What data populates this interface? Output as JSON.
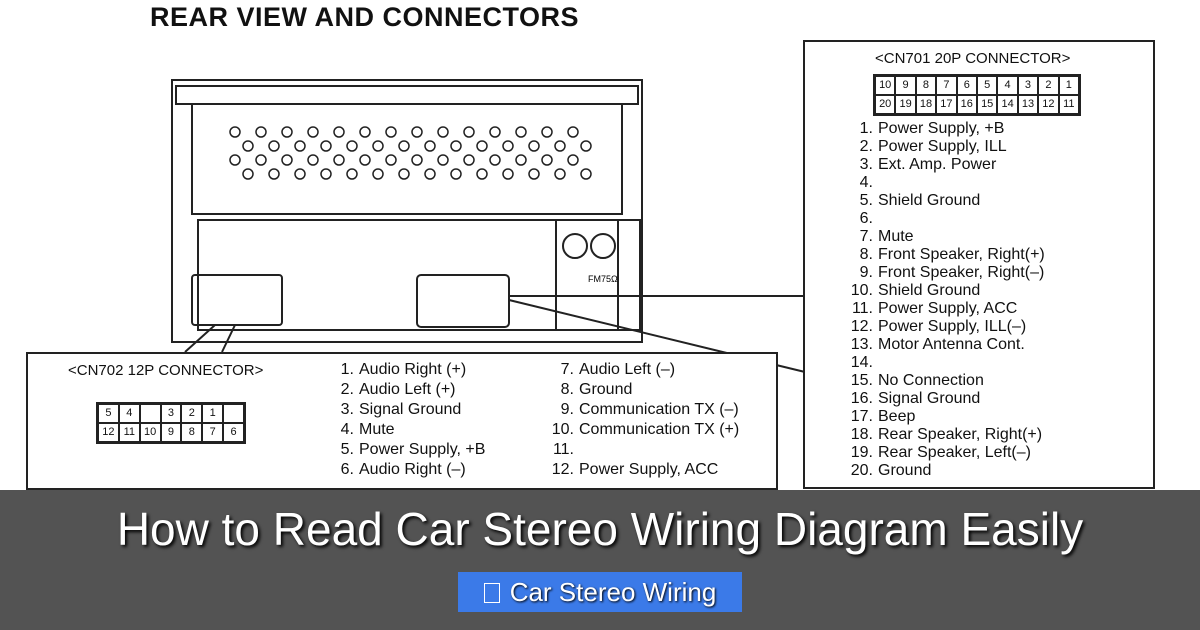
{
  "diagram": {
    "heading": "REAR VIEW AND CONNECTORS",
    "unit_label": "FM75Ω",
    "cn701": {
      "title": "<CN701 20P CONNECTOR>",
      "pins_top": [
        "10",
        "9",
        "8",
        "7",
        "6",
        "5",
        "4",
        "3",
        "2",
        "1"
      ],
      "pins_bottom": [
        "20",
        "19",
        "18",
        "17",
        "16",
        "15",
        "14",
        "13",
        "12",
        "11"
      ],
      "items": [
        {
          "n": "1.",
          "label": "Power Supply, +B"
        },
        {
          "n": "2.",
          "label": "Power Supply, ILL"
        },
        {
          "n": "3.",
          "label": "Ext. Amp. Power"
        },
        {
          "n": "4.",
          "label": ""
        },
        {
          "n": "5.",
          "label": "Shield Ground"
        },
        {
          "n": "6.",
          "label": ""
        },
        {
          "n": "7.",
          "label": "Mute"
        },
        {
          "n": "8.",
          "label": "Front Speaker, Right(+)"
        },
        {
          "n": "9.",
          "label": "Front Speaker, Right(–)"
        },
        {
          "n": "10.",
          "label": "Shield Ground"
        },
        {
          "n": "11.",
          "label": "Power Supply, ACC"
        },
        {
          "n": "12.",
          "label": "Power Supply, ILL(–)"
        },
        {
          "n": "13.",
          "label": "Motor Antenna Cont."
        },
        {
          "n": "14.",
          "label": ""
        },
        {
          "n": "15.",
          "label": "No Connection"
        },
        {
          "n": "16.",
          "label": "Signal Ground"
        },
        {
          "n": "17.",
          "label": "Beep"
        },
        {
          "n": "18.",
          "label": "Rear Speaker, Right(+)"
        },
        {
          "n": "19.",
          "label": "Rear Speaker, Left(–)"
        },
        {
          "n": "20.",
          "label": "Ground"
        }
      ]
    },
    "cn702": {
      "title": "<CN702 12P CONNECTOR>",
      "pins_top": [
        "5",
        "4",
        "",
        "3",
        "2",
        "1"
      ],
      "pins_bottom": [
        "12",
        "11",
        "10",
        "9",
        "8",
        "7",
        "6"
      ],
      "col1": [
        {
          "n": "1.",
          "label": "Audio Right (+)"
        },
        {
          "n": "2.",
          "label": "Audio Left (+)"
        },
        {
          "n": "3.",
          "label": "Signal Ground"
        },
        {
          "n": "4.",
          "label": "Mute"
        },
        {
          "n": "5.",
          "label": "Power Supply, +B"
        },
        {
          "n": "6.",
          "label": "Audio Right (–)"
        }
      ],
      "col2": [
        {
          "n": "7.",
          "label": "Audio Left (–)"
        },
        {
          "n": "8.",
          "label": "Ground"
        },
        {
          "n": "9.",
          "label": "Communication TX (–)"
        },
        {
          "n": "10.",
          "label": "Communication TX (+)"
        },
        {
          "n": "11.",
          "label": ""
        },
        {
          "n": "12.",
          "label": "Power Supply, ACC"
        }
      ]
    }
  },
  "banner": {
    "title": "How to Read Car Stereo Wiring Diagram Easily",
    "badge_icon": "tag-icon",
    "badge_label": "Car Stereo Wiring",
    "badge_color": "#3b7ae8"
  }
}
